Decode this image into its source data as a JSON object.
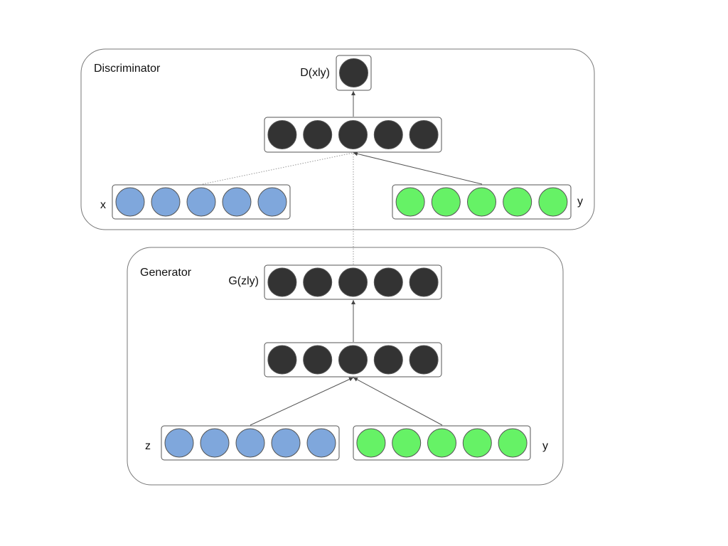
{
  "colors": {
    "hidden": "#333333",
    "input": "#7fa7dc",
    "condition": "#66f266",
    "frame": "#777777",
    "box": "#555555",
    "edge": "#555555"
  },
  "discriminator": {
    "title": "Discriminator",
    "output_label": "D(xly)",
    "x_label": "x",
    "y_label": "y"
  },
  "generator": {
    "title": "Generator",
    "output_label": "G(zly)",
    "z_label": "z",
    "y_label": "y"
  },
  "layers": {
    "d_output": {
      "units": 1,
      "fill": "hidden"
    },
    "d_hidden": {
      "units": 5,
      "fill": "hidden"
    },
    "d_x": {
      "units": 5,
      "fill": "input"
    },
    "d_y": {
      "units": 5,
      "fill": "condition"
    },
    "g_output": {
      "units": 5,
      "fill": "hidden"
    },
    "g_hidden": {
      "units": 5,
      "fill": "hidden"
    },
    "g_z": {
      "units": 5,
      "fill": "input"
    },
    "g_y": {
      "units": 5,
      "fill": "condition"
    }
  }
}
